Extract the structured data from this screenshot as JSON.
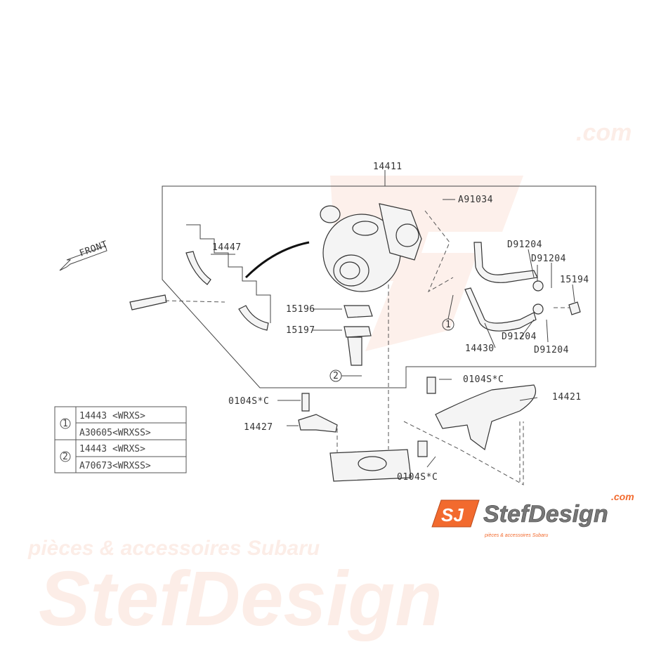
{
  "diagram": {
    "labels": {
      "assembly": "14411",
      "bolt_top": "A91034",
      "hose_kit": "14447",
      "d1": "D91204",
      "d2": "D91204",
      "d3": "D91204",
      "d4": "D91204",
      "union_bolt": "15194",
      "gasket_1": "15196",
      "gasket_2": "15197",
      "oil_pipe": "14430",
      "bolt_1": "0104S*C",
      "bolt_2": "0104S*C",
      "bolt_3": "0104S*C",
      "bracket": "14421",
      "stay": "14427",
      "circle_1": "1",
      "circle_2": "2",
      "front": "FRONT"
    },
    "legend_table": [
      {
        "ref": "1",
        "rows": [
          "14443 <WRXS>",
          "A30605<WRXSS>"
        ]
      },
      {
        "ref": "2",
        "rows": [
          "14443  <WRXS>",
          "A70673<WRXSS>"
        ]
      }
    ]
  },
  "watermark": {
    "brand": "StefDesign",
    "domain": ".com",
    "tagline": "pièces & accessoires Subaru"
  },
  "logo": {
    "brand": "StefDesign",
    "domain": ".com",
    "tagline": "pièces & accessoires Subaru",
    "mark": "SJ"
  },
  "colors": {
    "accent": "#f26a2e",
    "watermark": "#fbe3da",
    "line": "#333333"
  }
}
